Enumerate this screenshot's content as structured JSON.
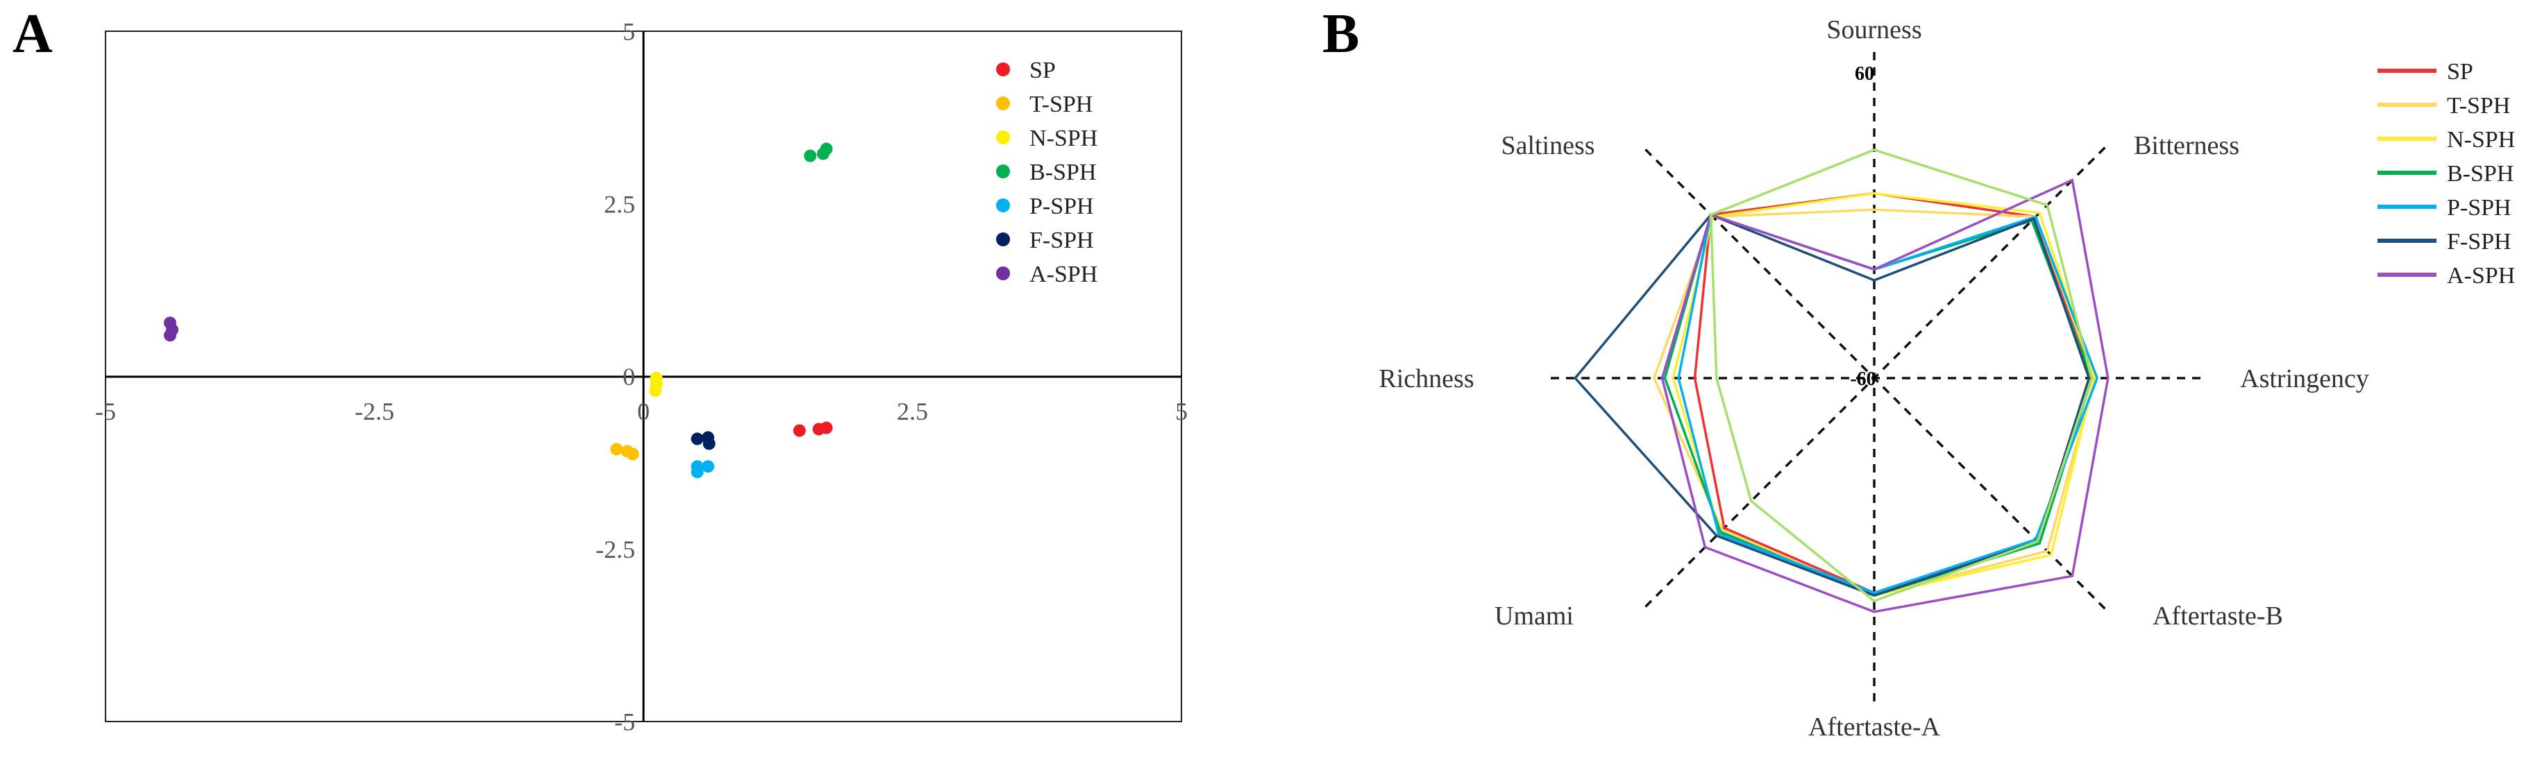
{
  "panel_a": {
    "letter": "A"
  },
  "panel_b": {
    "letter": "B"
  },
  "chart_data": [
    {
      "type": "scatter",
      "panel": "A",
      "xlim": [
        -5,
        5
      ],
      "ylim": [
        -5,
        5
      ],
      "x_ticks": [
        "-5",
        "-2.5",
        "0",
        "2.5",
        "5"
      ],
      "y_ticks": [
        "5",
        "2.5",
        "0",
        "-2.5",
        "-5"
      ],
      "x_tick_values": [
        -5,
        -2.5,
        0,
        2.5,
        5
      ],
      "y_tick_values": [
        5,
        2.5,
        0,
        -2.5,
        -5
      ],
      "legend_position": "top-right",
      "series": [
        {
          "name": "SP",
          "color": "#ed1c24",
          "points": [
            [
              1.45,
              -0.78
            ],
            [
              1.63,
              -0.76
            ],
            [
              1.7,
              -0.74
            ]
          ]
        },
        {
          "name": "T-SPH",
          "color": "#ffc000",
          "points": [
            [
              -0.25,
              -1.05
            ],
            [
              -0.15,
              -1.08
            ],
            [
              -0.1,
              -1.12
            ]
          ]
        },
        {
          "name": "N-SPH",
          "color": "#ffee00",
          "points": [
            [
              0.12,
              -0.02
            ],
            [
              0.12,
              -0.1
            ],
            [
              0.11,
              -0.2
            ]
          ]
        },
        {
          "name": "B-SPH",
          "color": "#00b050",
          "points": [
            [
              1.55,
              3.2
            ],
            [
              1.67,
              3.23
            ],
            [
              1.7,
              3.3
            ]
          ]
        },
        {
          "name": "P-SPH",
          "color": "#00b0f0",
          "points": [
            [
              0.5,
              -1.3
            ],
            [
              0.5,
              -1.38
            ],
            [
              0.6,
              -1.3
            ]
          ]
        },
        {
          "name": "F-SPH",
          "color": "#002060",
          "points": [
            [
              0.5,
              -0.9
            ],
            [
              0.6,
              -0.88
            ],
            [
              0.61,
              -0.97
            ]
          ]
        },
        {
          "name": "A-SPH",
          "color": "#7030a0",
          "points": [
            [
              -4.4,
              0.78
            ],
            [
              -4.38,
              0.68
            ],
            [
              -4.4,
              0.6
            ]
          ]
        }
      ]
    },
    {
      "type": "radar",
      "panel": "B",
      "axes": [
        "Sourness",
        "Bitterness",
        "Astringency",
        "Aftertaste-B",
        "Aftertaste-A",
        "Umami",
        "Richness",
        "Saltiness"
      ],
      "rlim": [
        -60,
        60
      ],
      "r_tick_labels": [
        "60",
        "-60"
      ],
      "gridlines": "dashed",
      "legend_position": "top-right",
      "series": [
        {
          "name": "SP",
          "color": "#ee3333",
          "values": [
            8,
            24,
            20,
            25,
            19,
            18,
            6,
            25
          ]
        },
        {
          "name": "T-SPH",
          "color": "#ffd966",
          "values": [
            2,
            24,
            21,
            30,
            20,
            19,
            21,
            24
          ]
        },
        {
          "name": "N-SPH",
          "color": "#ffee33",
          "values": [
            8,
            26,
            21,
            32,
            20,
            20,
            14,
            24
          ]
        },
        {
          "name": "B-SPH",
          "color": "#00b050",
          "values": [
            -20,
            22,
            20,
            26,
            20,
            20,
            17,
            25
          ]
        },
        {
          "name": "P-SPH",
          "color": "#00b0f0",
          "values": [
            -20,
            24,
            22,
            24,
            19,
            21,
            12,
            25
          ]
        },
        {
          "name": "F-SPH",
          "color": "#1f4e79",
          "values": [
            -24,
            23,
            19,
            25,
            20,
            22,
            50,
            25
          ]
        },
        {
          "name": "A-SPH",
          "color": "#9b4fc2",
          "values": [
            -20,
            43,
            26,
            43,
            26,
            28,
            18,
            25
          ]
        },
        {
          "name": "",
          "color": "#a4e06a",
          "values": [
            24,
            30,
            20,
            25,
            22,
            4,
            -2,
            25
          ]
        }
      ]
    }
  ]
}
